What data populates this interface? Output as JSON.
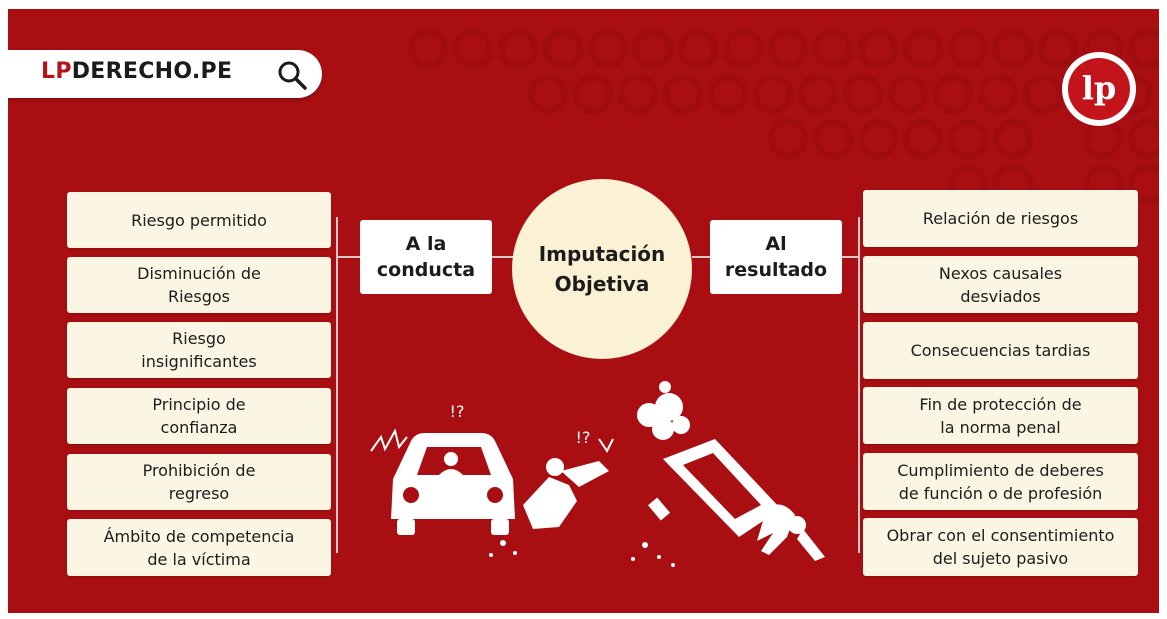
{
  "brand": {
    "logo_part1": "LP",
    "logo_part2": "DERECHO.PE",
    "badge_text": "lp",
    "search_icon": "search-icon",
    "colors": {
      "background": "#a90f12",
      "card": "#fbf5e4",
      "circle": "#fbf2d5",
      "accent": "#b5131a"
    }
  },
  "center": {
    "title": "Imputación\nObjetiva"
  },
  "left_category": {
    "label": "A la\nconducta"
  },
  "right_category": {
    "label": "Al\nresultado"
  },
  "left_items": [
    {
      "label": "Riesgo permitido"
    },
    {
      "label": "Disminución de\nRiesgos"
    },
    {
      "label": "Riesgo\ninsignificantes"
    },
    {
      "label": "Principio de\nconfianza"
    },
    {
      "label": "Prohibición de\nregreso"
    },
    {
      "label": "Ámbito de competencia\nde la víctima"
    }
  ],
  "right_items": [
    {
      "label": "Relación de riesgos"
    },
    {
      "label": "Nexos causales\ndesviados"
    },
    {
      "label": "Consecuencias tardias"
    },
    {
      "label": "Fin de protección de\nla norma penal"
    },
    {
      "label": "Cumplimiento de deberes\nde función o de profesión"
    },
    {
      "label": "Obrar con el consentimiento\ndel sujeto pasivo"
    }
  ],
  "illustration": {
    "exclaim_left": "!?",
    "exclaim_right": "!?",
    "icon": "car-crash-illustration"
  }
}
